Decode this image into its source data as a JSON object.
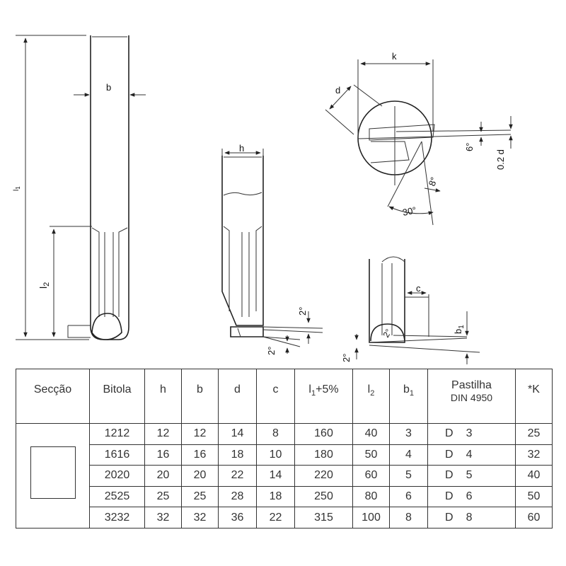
{
  "drawing": {
    "labels": {
      "b": "b",
      "l1": "l",
      "l1_sub": "1",
      "l2": "l",
      "l2_sub": "2",
      "h": "h",
      "k": "k",
      "d": "d",
      "c": "c",
      "b1": "b",
      "b1_sub": "1",
      "angle_6": "6°",
      "angle_8": "8°",
      "angle_30": "30°",
      "angle_2": "2°",
      "offset_02d": "0.2 d"
    }
  },
  "table": {
    "headers": {
      "seccao": "Secção",
      "bitola": "Bitola",
      "h": "h",
      "b": "b",
      "d": "d",
      "c": "c",
      "l1_main": "l",
      "l1_sub": "1",
      "l1_tail": "+5%",
      "l2_main": "l",
      "l2_sub": "2",
      "b1_main": "b",
      "b1_sub": "1",
      "pastilha": "Pastilha",
      "pastilha_std": "DIN 4950",
      "k": "*K"
    },
    "rows": [
      {
        "bitola": "1212",
        "h": "12",
        "b": "12",
        "d": "14",
        "c": "8",
        "l1": "160",
        "l2": "40",
        "b1": "3",
        "pastilha_letter": "D",
        "pastilha_num": "3",
        "k": "25"
      },
      {
        "bitola": "1616",
        "h": "16",
        "b": "16",
        "d": "18",
        "c": "10",
        "l1": "180",
        "l2": "50",
        "b1": "4",
        "pastilha_letter": "D",
        "pastilha_num": "4",
        "k": "32"
      },
      {
        "bitola": "2020",
        "h": "20",
        "b": "20",
        "d": "22",
        "c": "14",
        "l1": "220",
        "l2": "60",
        "b1": "5",
        "pastilha_letter": "D",
        "pastilha_num": "5",
        "k": "40"
      },
      {
        "bitola": "2525",
        "h": "25",
        "b": "25",
        "d": "28",
        "c": "18",
        "l1": "250",
        "l2": "80",
        "b1": "6",
        "pastilha_letter": "D",
        "pastilha_num": "6",
        "k": "50"
      },
      {
        "bitola": "3232",
        "h": "32",
        "b": "32",
        "d": "36",
        "c": "22",
        "l1": "315",
        "l2": "100",
        "b1": "8",
        "pastilha_letter": "D",
        "pastilha_num": "8",
        "k": "60"
      }
    ]
  }
}
